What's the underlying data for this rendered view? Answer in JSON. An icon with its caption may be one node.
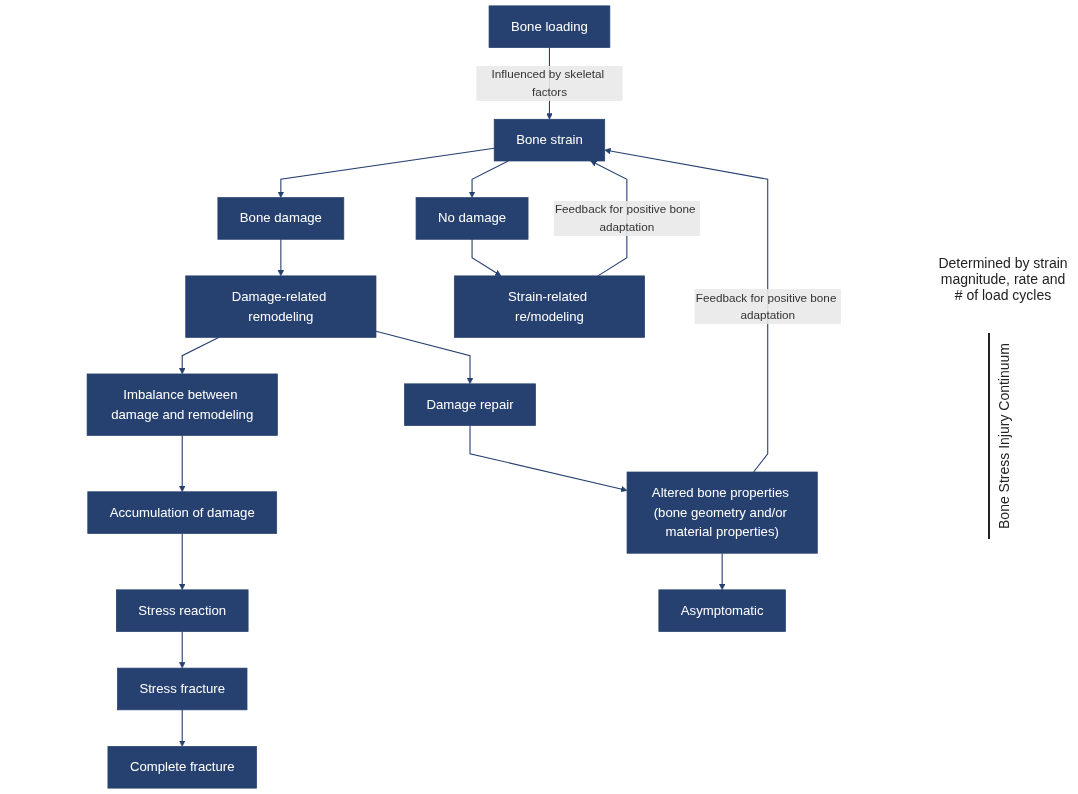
{
  "diagram": {
    "nodes": [
      {
        "text": [
          "Bone loading"
        ]
      },
      {
        "text": [
          "Bone strain"
        ]
      },
      {
        "text": [
          "Bone damage"
        ]
      },
      {
        "text": [
          "No damage"
        ]
      },
      {
        "text": [
          "Damage-related remodeling"
        ]
      },
      {
        "text": [
          "Strain-related re/modeling"
        ]
      },
      {
        "text": [
          "Damage repair"
        ]
      },
      {
        "text": [
          "Imbalance between damage and remodeling"
        ]
      },
      {
        "text": [
          "Altered bone properties (bone geometry and/or material properties)"
        ]
      },
      {
        "text": [
          "Accumulation of damage"
        ]
      },
      {
        "text": [
          "Stress reaction"
        ]
      },
      {
        "text": [
          "Asymptomatic"
        ]
      },
      {
        "text": [
          "Stress fracture"
        ]
      },
      {
        "text": [
          "Complete fracture"
        ]
      }
    ],
    "edges": [
      {
        "from": 0,
        "to": 1,
        "arrow": "to",
        "label": "Influenced by skeletal factors"
      },
      {
        "from": 8,
        "to": 1,
        "arrow": "to",
        "label": "Feedback for positive bone adaptation"
      },
      {
        "from": 5,
        "to": 1,
        "arrow": "to",
        "label": "Feedback for positive bone adaptation"
      },
      {
        "from": 1,
        "to": 2,
        "arrow": "to"
      },
      {
        "from": 1,
        "to": 3,
        "arrow": "to"
      },
      {
        "from": 2,
        "to": 4,
        "arrow": "to"
      },
      {
        "from": 3,
        "to": 5,
        "arrow": "to"
      },
      {
        "from": 4,
        "to": 6,
        "arrow": "to"
      },
      {
        "from": 4,
        "to": 7,
        "arrow": "to"
      },
      {
        "from": 6,
        "to": 8,
        "arrow": "to"
      },
      {
        "from": 8,
        "to": 11,
        "arrow": "to"
      },
      {
        "from": 7,
        "to": 9,
        "arrow": "to"
      },
      {
        "from": 9,
        "to": 10,
        "arrow": "to"
      },
      {
        "from": 10,
        "to": 12,
        "arrow": "to"
      },
      {
        "from": 12,
        "to": 13,
        "arrow": "to"
      }
    ],
    "labels": [
      "Determined by strain magnitude, rate and # of load cycles",
      "Bone Stress Injury Continuum"
    ]
  }
}
